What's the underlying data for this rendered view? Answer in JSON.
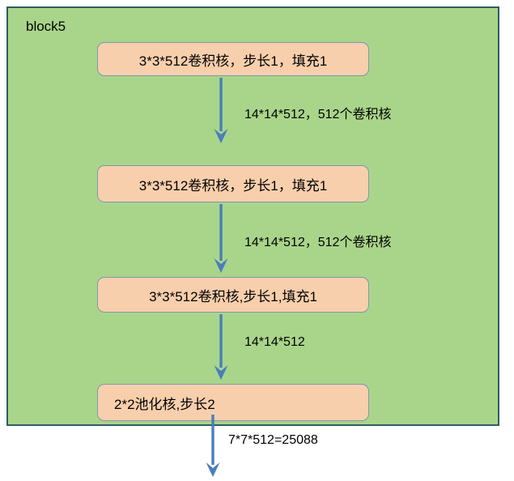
{
  "block": {
    "label": "block5",
    "fill_color": "#a9d58a",
    "border_color": "#2e5d63"
  },
  "theme": {
    "node_fill": "#f8cfac",
    "node_border": "#7f96b0",
    "arrow_color": "#4a7ebb",
    "text_color": "#000000",
    "page_background": "#ffffff"
  },
  "nodes": [
    {
      "id": "node1",
      "label": "3*3*512卷积核，步长1，填充1",
      "align": "center"
    },
    {
      "id": "node2",
      "label": "3*3*512卷积核，步长1，填充1",
      "align": "center"
    },
    {
      "id": "node3",
      "label": "3*3*512卷积核,步长1,填充1",
      "align": "center"
    },
    {
      "id": "node4",
      "label": "2*2池化核,步长2",
      "align": "left"
    }
  ],
  "edges": [
    {
      "id": "edge1",
      "from": "node1",
      "to": "node2",
      "label": "14*14*512，512个卷积核"
    },
    {
      "id": "edge2",
      "from": "node2",
      "to": "node3",
      "label": "14*14*512，512个卷积核"
    },
    {
      "id": "edge3",
      "from": "node3",
      "to": "node4",
      "label": "14*14*512"
    },
    {
      "id": "edge4",
      "from": "node4",
      "to": "output",
      "label": "7*7*512=25088"
    }
  ]
}
